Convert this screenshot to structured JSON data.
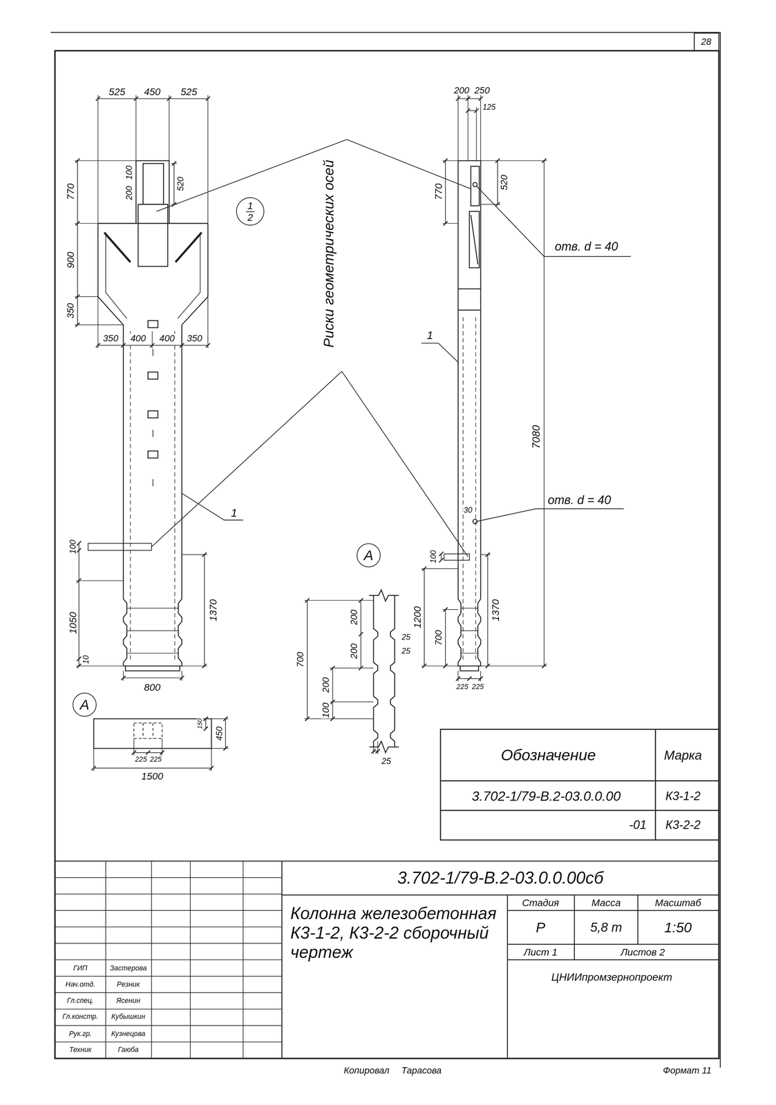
{
  "diagram": {
    "title": "Колонна железобетонная К3-1-2, К3-2-2 сборочный чертеж",
    "nodes": [
      {
        "text": [
          "1",
          "2"
        ]
      },
      {
        "text": [
          "А"
        ]
      },
      {
        "text": [
          "А"
        ]
      }
    ],
    "labels": [
      "28",
      "525",
      "450",
      "525",
      "100",
      "200",
      "520",
      "770",
      "900",
      "350",
      "350",
      "400",
      "400",
      "350",
      "100",
      "1050",
      "10",
      "800",
      "1370",
      "1",
      "200",
      "250",
      "125",
      "770",
      "520",
      "отв. d = 40",
      "7080",
      "1",
      "отв. d = 40",
      "30",
      "100",
      "1200",
      "700",
      "1370",
      "225",
      "225",
      "Риски геометрических осей",
      "200",
      "200",
      "25",
      "25",
      "200",
      "100",
      "700",
      "25",
      "150",
      "450",
      "225",
      "225",
      "1500",
      "Обозначение",
      "Марка",
      "3.702-1/79-В.2-03.0.0.00",
      "К3-1-2",
      "-01",
      "К3-2-2",
      "3.702-1/79-В.2-03.0.0.00сб",
      "Стадия",
      "Масса",
      "Масштаб",
      "Р",
      "5,8 т",
      "1:50",
      "Лист 1",
      "Листов 2",
      "ЦНИИпромзернопроект",
      "ГИП",
      "Застерова",
      "Нач.отд.",
      "Резник",
      "Гл.спец.",
      "Ясенин",
      "Гл.констр.",
      "Кубышкин",
      "Рук.гр.",
      "Кузнецова",
      "Техник",
      "Гаюба",
      "Копировал",
      "Тарасова",
      "Формат 11"
    ]
  }
}
